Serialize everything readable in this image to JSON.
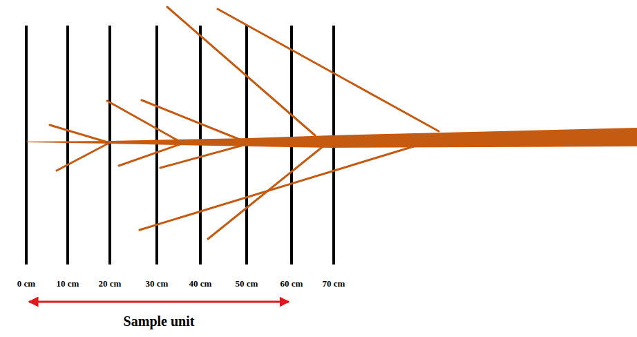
{
  "diagram": {
    "labels": [
      "0 cm",
      "10 cm",
      "20 cm",
      "30 cm",
      "40 cm",
      "50 cm",
      "60 cm",
      "70 cm",
      "Sample unit"
    ]
  }
}
